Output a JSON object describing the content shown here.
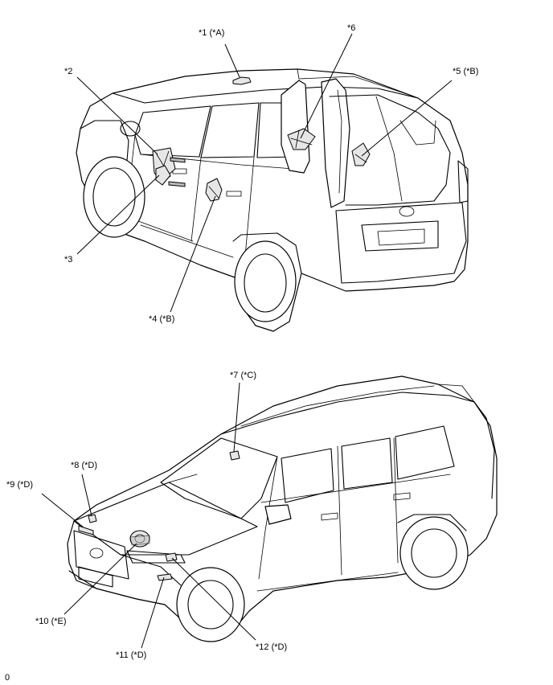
{
  "figure_id": "0",
  "callouts_top": {
    "c1": "*1 (*A)",
    "c2": "*2",
    "c3": "*3",
    "c4": "*4 (*B)",
    "c5": "*5 (*B)",
    "c6": "*6"
  },
  "callouts_bottom": {
    "c7": "*7 (*C)",
    "c8": "*8 (*D)",
    "c9": "*9 (*D)",
    "c10": "*10 (*E)",
    "c11": "*11 (*D)",
    "c12": "*12 (*D)"
  }
}
